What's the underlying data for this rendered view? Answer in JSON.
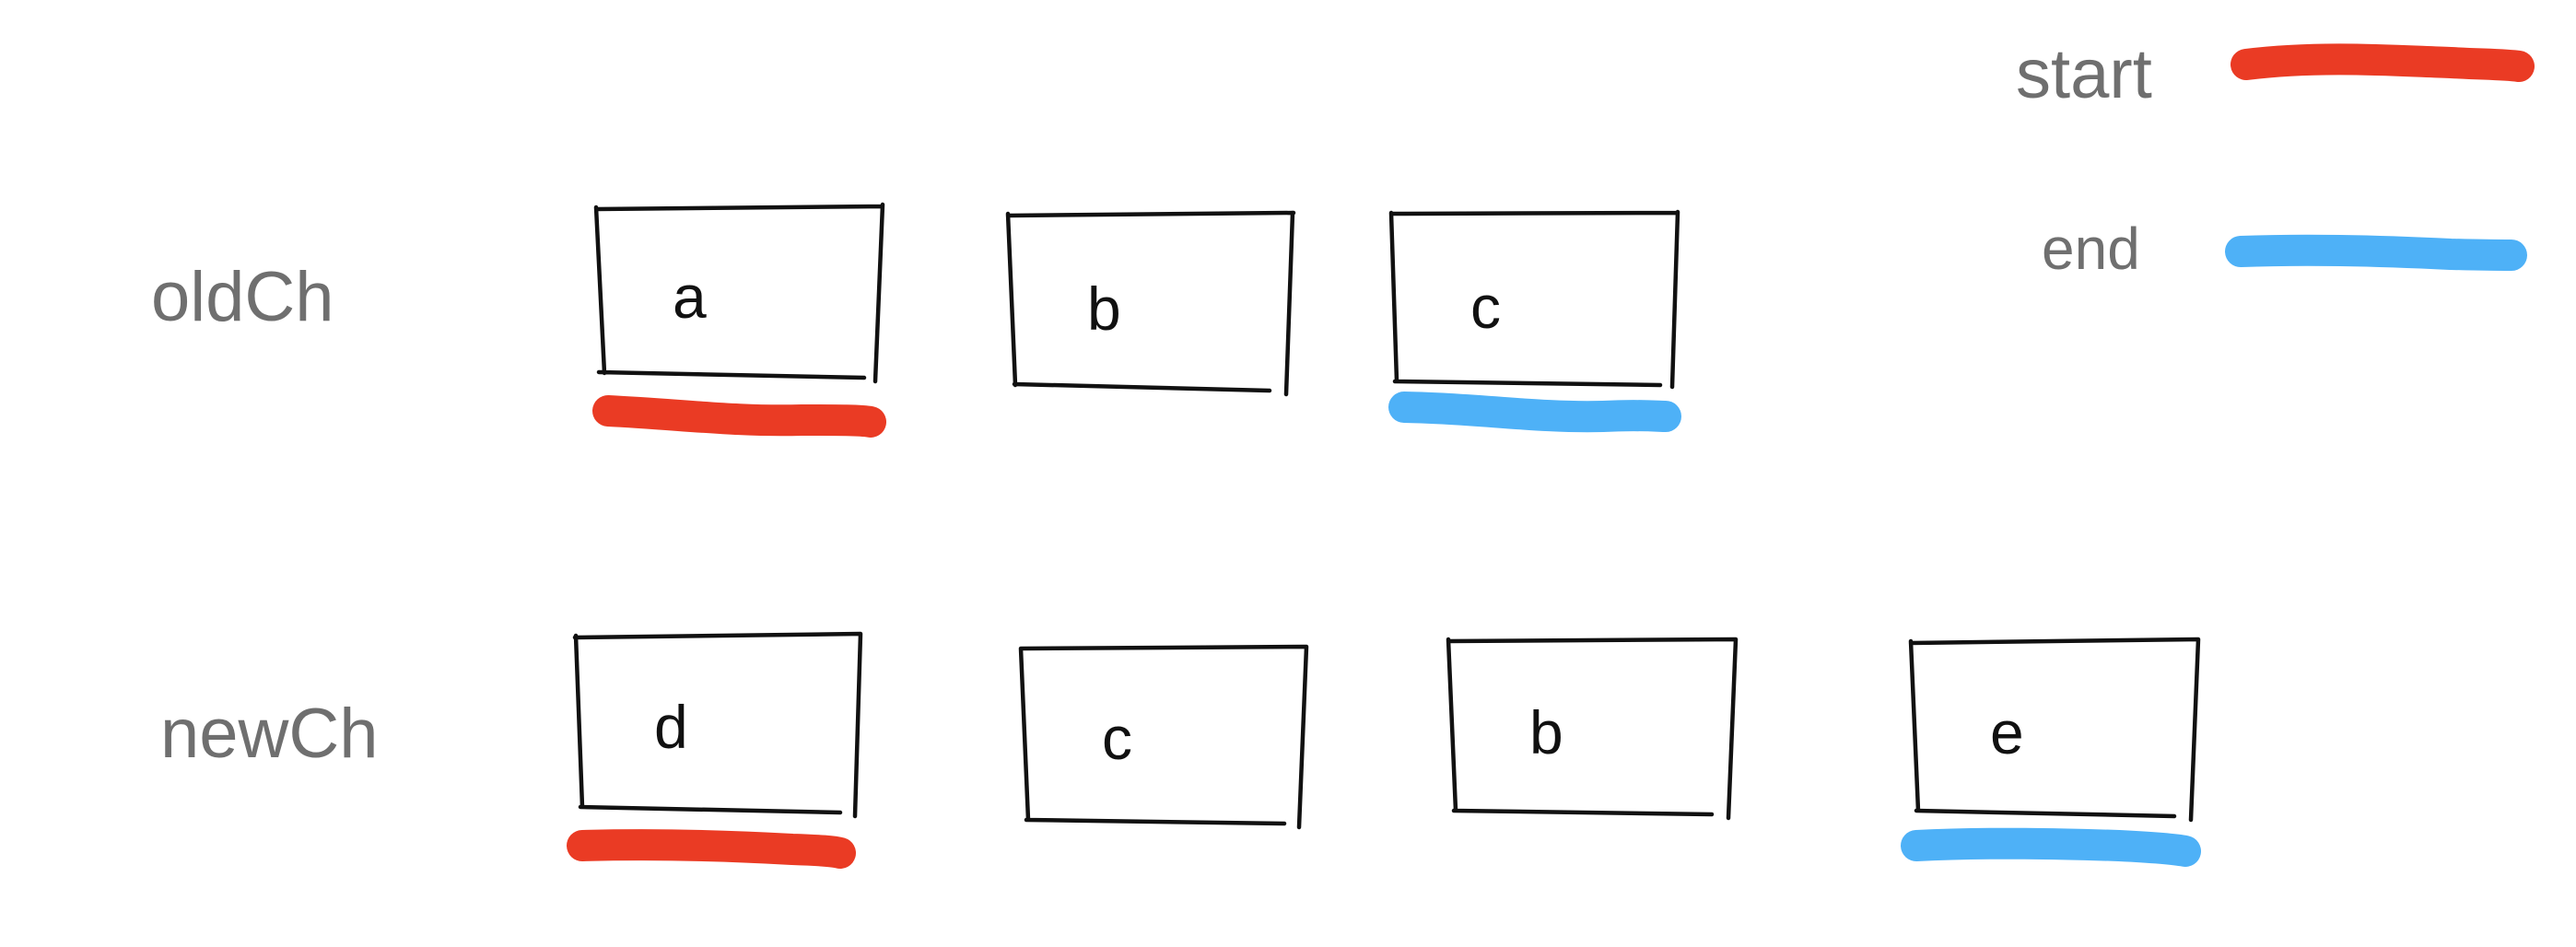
{
  "legend": {
    "start_label": "start",
    "end_label": "end",
    "start_color": "#ea3b24",
    "end_color": "#4eb1f7"
  },
  "rows": {
    "old": {
      "label": "oldCh",
      "nodes": [
        "a",
        "b",
        "c"
      ],
      "start_index": 0,
      "end_index": 2
    },
    "new": {
      "label": "newCh",
      "nodes": [
        "d",
        "c",
        "b",
        "e"
      ],
      "start_index": 0,
      "end_index": 3
    }
  }
}
